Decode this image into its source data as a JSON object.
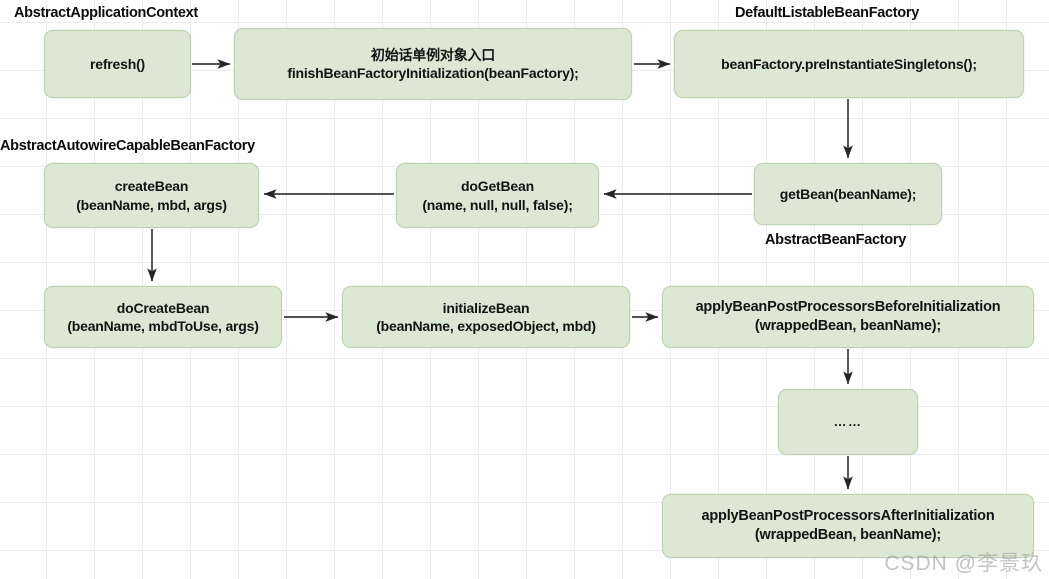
{
  "diagram": {
    "title": "Spring Bean Initialization Call Flow",
    "colors": {
      "node_fill": "#dce8d3",
      "node_border": "#bcd0b2",
      "edge": "#3b3b3b",
      "text": "#141414",
      "grid": "#ececec",
      "watermark": "#a0a0a0"
    },
    "group_labels": [
      {
        "id": "aac",
        "text": "AbstractApplicationContext"
      },
      {
        "id": "dlbf",
        "text": "DefaultListableBeanFactory"
      },
      {
        "id": "aacbf",
        "text": "AbstractAutowireCapableBeanFactory"
      },
      {
        "id": "abf",
        "text": "AbstractBeanFactory"
      }
    ],
    "nodes": [
      {
        "id": "refresh",
        "text": "refresh()"
      },
      {
        "id": "finish",
        "text": "初始话单例对象入口\nfinishBeanFactoryInitialization(beanFactory);"
      },
      {
        "id": "preinst",
        "text": "beanFactory.preInstantiateSingletons();"
      },
      {
        "id": "createbean",
        "text": "createBean\n(beanName, mbd, args)"
      },
      {
        "id": "dogetbean",
        "text": "doGetBean\n(name, null, null, false);"
      },
      {
        "id": "getbean",
        "text": "getBean(beanName);"
      },
      {
        "id": "docreate",
        "text": "doCreateBean\n(beanName, mbdToUse, args)"
      },
      {
        "id": "initbean",
        "text": "initializeBean\n(beanName, exposedObject, mbd)"
      },
      {
        "id": "before",
        "text": "applyBeanPostProcessorsBeforeInitialization\n(wrappedBean, beanName);"
      },
      {
        "id": "dots",
        "text": "……"
      },
      {
        "id": "after",
        "text": "applyBeanPostProcessorsAfterInitialization\n(wrappedBean, beanName);"
      }
    ],
    "edges": [
      {
        "from": "refresh",
        "to": "finish",
        "direction": "right"
      },
      {
        "from": "finish",
        "to": "preinst",
        "direction": "right"
      },
      {
        "from": "preinst",
        "to": "getbean",
        "direction": "down"
      },
      {
        "from": "getbean",
        "to": "dogetbean",
        "direction": "left"
      },
      {
        "from": "dogetbean",
        "to": "createbean",
        "direction": "left"
      },
      {
        "from": "createbean",
        "to": "docreate",
        "direction": "down"
      },
      {
        "from": "docreate",
        "to": "initbean",
        "direction": "right"
      },
      {
        "from": "initbean",
        "to": "before",
        "direction": "right"
      },
      {
        "from": "before",
        "to": "dots",
        "direction": "down"
      },
      {
        "from": "dots",
        "to": "after",
        "direction": "down"
      }
    ]
  },
  "watermark": {
    "text": "CSDN @李景玖"
  }
}
